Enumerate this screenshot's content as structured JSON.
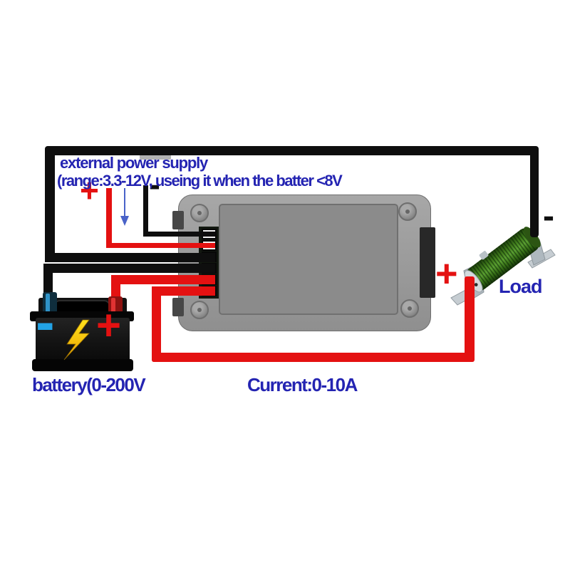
{
  "annotations": {
    "ext_supply_line1": "external power supply",
    "ext_supply_line2": "(range:3.3-12V, useing it when the batter <8V",
    "battery_label": "battery(0-200V",
    "current_label": "Current:0-10A",
    "load_label": "Load"
  },
  "symbols": {
    "plus": "+",
    "minus": "-"
  },
  "colors": {
    "annotation_blue": "#2424b2",
    "wire_red": "#e41111",
    "wire_black": "#0e0e0e",
    "meter_gray": "#9c9c9c",
    "meter_panel_gray": "#8b8b8b",
    "resistor_green": "#4f9428",
    "battery_body_black": "#141414",
    "battery_minus_blue": "#22a3e6",
    "lightning_yellow": "#ffd71c"
  }
}
